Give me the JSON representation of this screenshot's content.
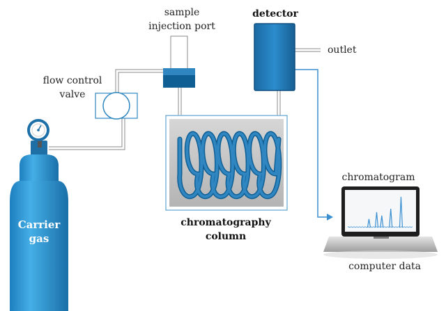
{
  "labels": {
    "sample_line1": "sample",
    "sample_line2": "injection port",
    "detector": "detector",
    "outlet": "outlet",
    "valve_line1": "flow control",
    "valve_line2": "valve",
    "column_line1": "chromatography",
    "column_line2": "column",
    "chromatogram": "chromatogram",
    "computer": "computer data",
    "cylinder_line1": "Carrier",
    "cylinder_line2": "gas"
  },
  "colors": {
    "primary_blue": "#2f86c0",
    "dark_blue": "#0f5f95",
    "cylinder_blue": "#2b93d3",
    "line_gray": "#8a8a8a",
    "oven_gray": "#c8c8c8",
    "signal_blue": "#3a8fd0"
  },
  "chromatogram_peaks": [
    0.25,
    0.45,
    0.35,
    0.55,
    0.9
  ]
}
